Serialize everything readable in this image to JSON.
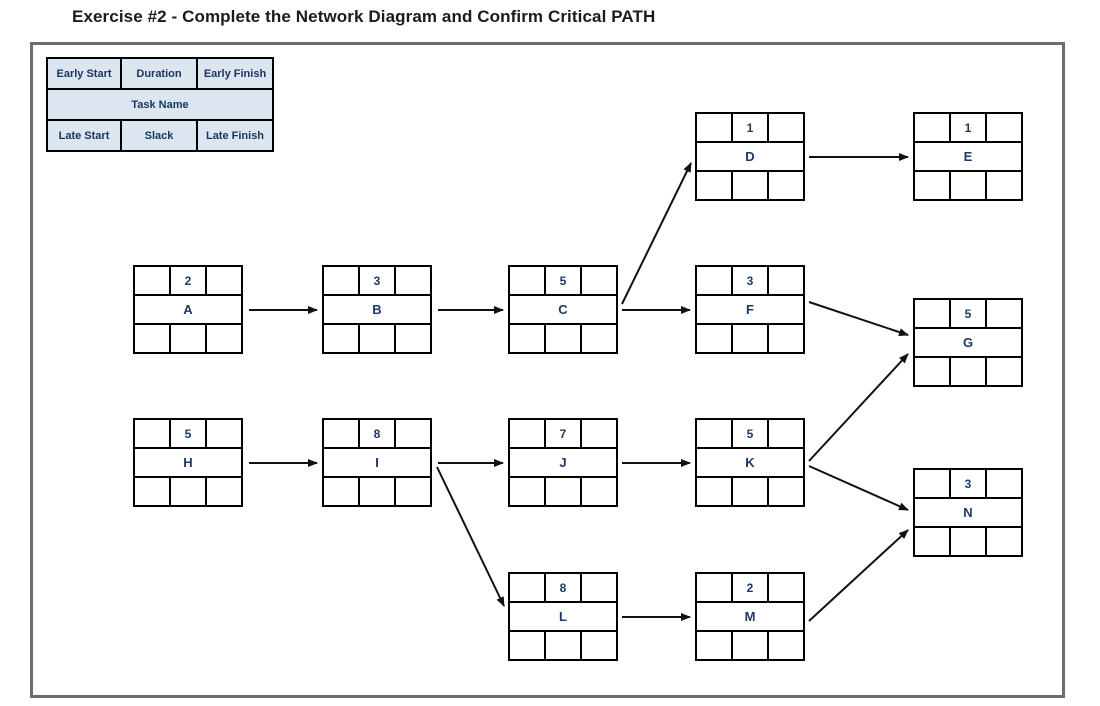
{
  "title": "Exercise #2 - Complete the Network Diagram and Confirm Critical PATH",
  "legend": {
    "early_start": "Early Start",
    "duration": "Duration",
    "early_finish": "Early Finish",
    "task_name": "Task Name",
    "late_start": "Late Start",
    "slack": "Slack",
    "late_finish": "Late Finish"
  },
  "nodes": {
    "A": {
      "name": "A",
      "duration": "2"
    },
    "B": {
      "name": "B",
      "duration": "3"
    },
    "C": {
      "name": "C",
      "duration": "5"
    },
    "D": {
      "name": "D",
      "duration": "1"
    },
    "E": {
      "name": "E",
      "duration": "1"
    },
    "F": {
      "name": "F",
      "duration": "3"
    },
    "G": {
      "name": "G",
      "duration": "5"
    },
    "H": {
      "name": "H",
      "duration": "5"
    },
    "I": {
      "name": "I",
      "duration": "8"
    },
    "J": {
      "name": "J",
      "duration": "7"
    },
    "K": {
      "name": "K",
      "duration": "5"
    },
    "L": {
      "name": "L",
      "duration": "8"
    },
    "M": {
      "name": "M",
      "duration": "2"
    },
    "N": {
      "name": "N",
      "duration": "3"
    }
  },
  "edges": [
    {
      "from": "A",
      "to": "B"
    },
    {
      "from": "B",
      "to": "C"
    },
    {
      "from": "C",
      "to": "D"
    },
    {
      "from": "C",
      "to": "F"
    },
    {
      "from": "D",
      "to": "E"
    },
    {
      "from": "F",
      "to": "G"
    },
    {
      "from": "H",
      "to": "I"
    },
    {
      "from": "I",
      "to": "J"
    },
    {
      "from": "I",
      "to": "L"
    },
    {
      "from": "J",
      "to": "K"
    },
    {
      "from": "K",
      "to": "G"
    },
    {
      "from": "K",
      "to": "N"
    },
    {
      "from": "L",
      "to": "M"
    },
    {
      "from": "M",
      "to": "N"
    }
  ],
  "colors": {
    "legend_fill": "#dce6f1",
    "node_text": "#1f3864",
    "node_border": "#000000",
    "frame_border": "#6d6d6d"
  }
}
